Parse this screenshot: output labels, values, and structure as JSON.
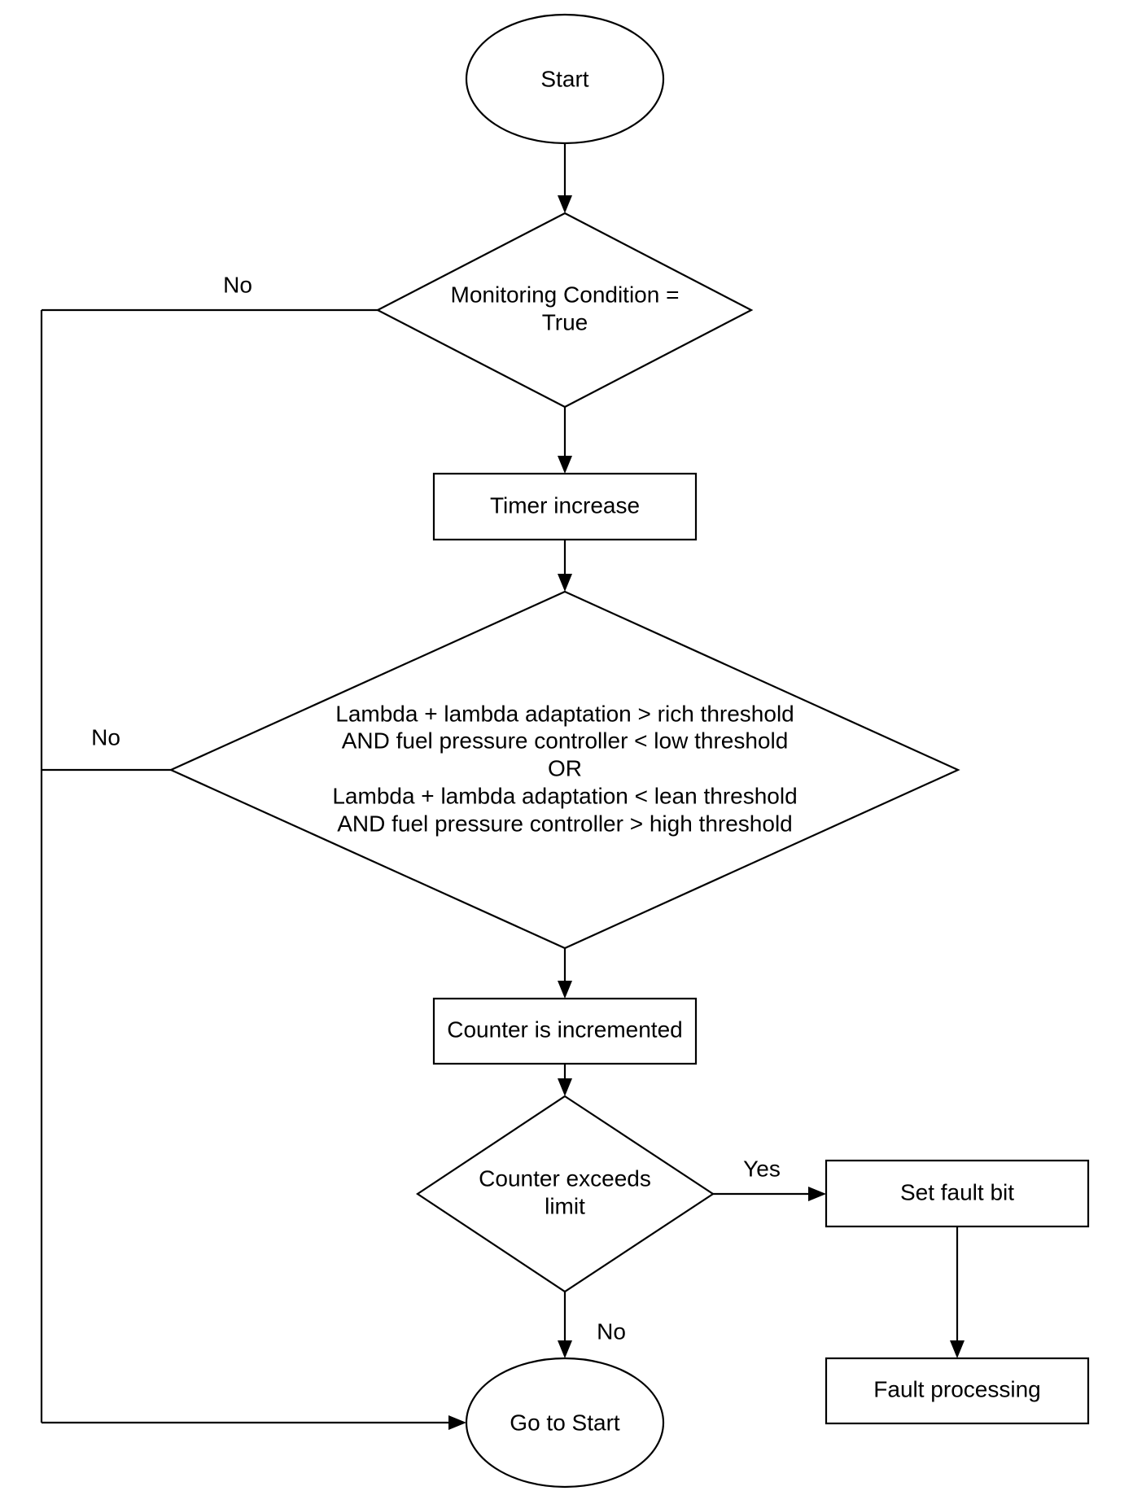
{
  "nodes": {
    "start": "Start",
    "monitoring_line1": "Monitoring Condition =",
    "monitoring_line2": "True",
    "timer": "Timer increase",
    "cond_line1": "Lambda + lambda adaptation > rich threshold",
    "cond_line2": "AND fuel pressure controller < low threshold",
    "cond_line3": "OR",
    "cond_line4": "Lambda + lambda adaptation < lean threshold",
    "cond_line5": "AND fuel pressure controller > high threshold",
    "counter": "Counter is incremented",
    "exceeds_line1": "Counter exceeds",
    "exceeds_line2": "limit",
    "set_fault": "Set fault bit",
    "fault_processing": "Fault processing",
    "go_to_start": "Go to Start"
  },
  "edge_labels": {
    "monitoring_no": "No",
    "cond_no": "No",
    "exceeds_yes": "Yes",
    "exceeds_no": "No"
  }
}
